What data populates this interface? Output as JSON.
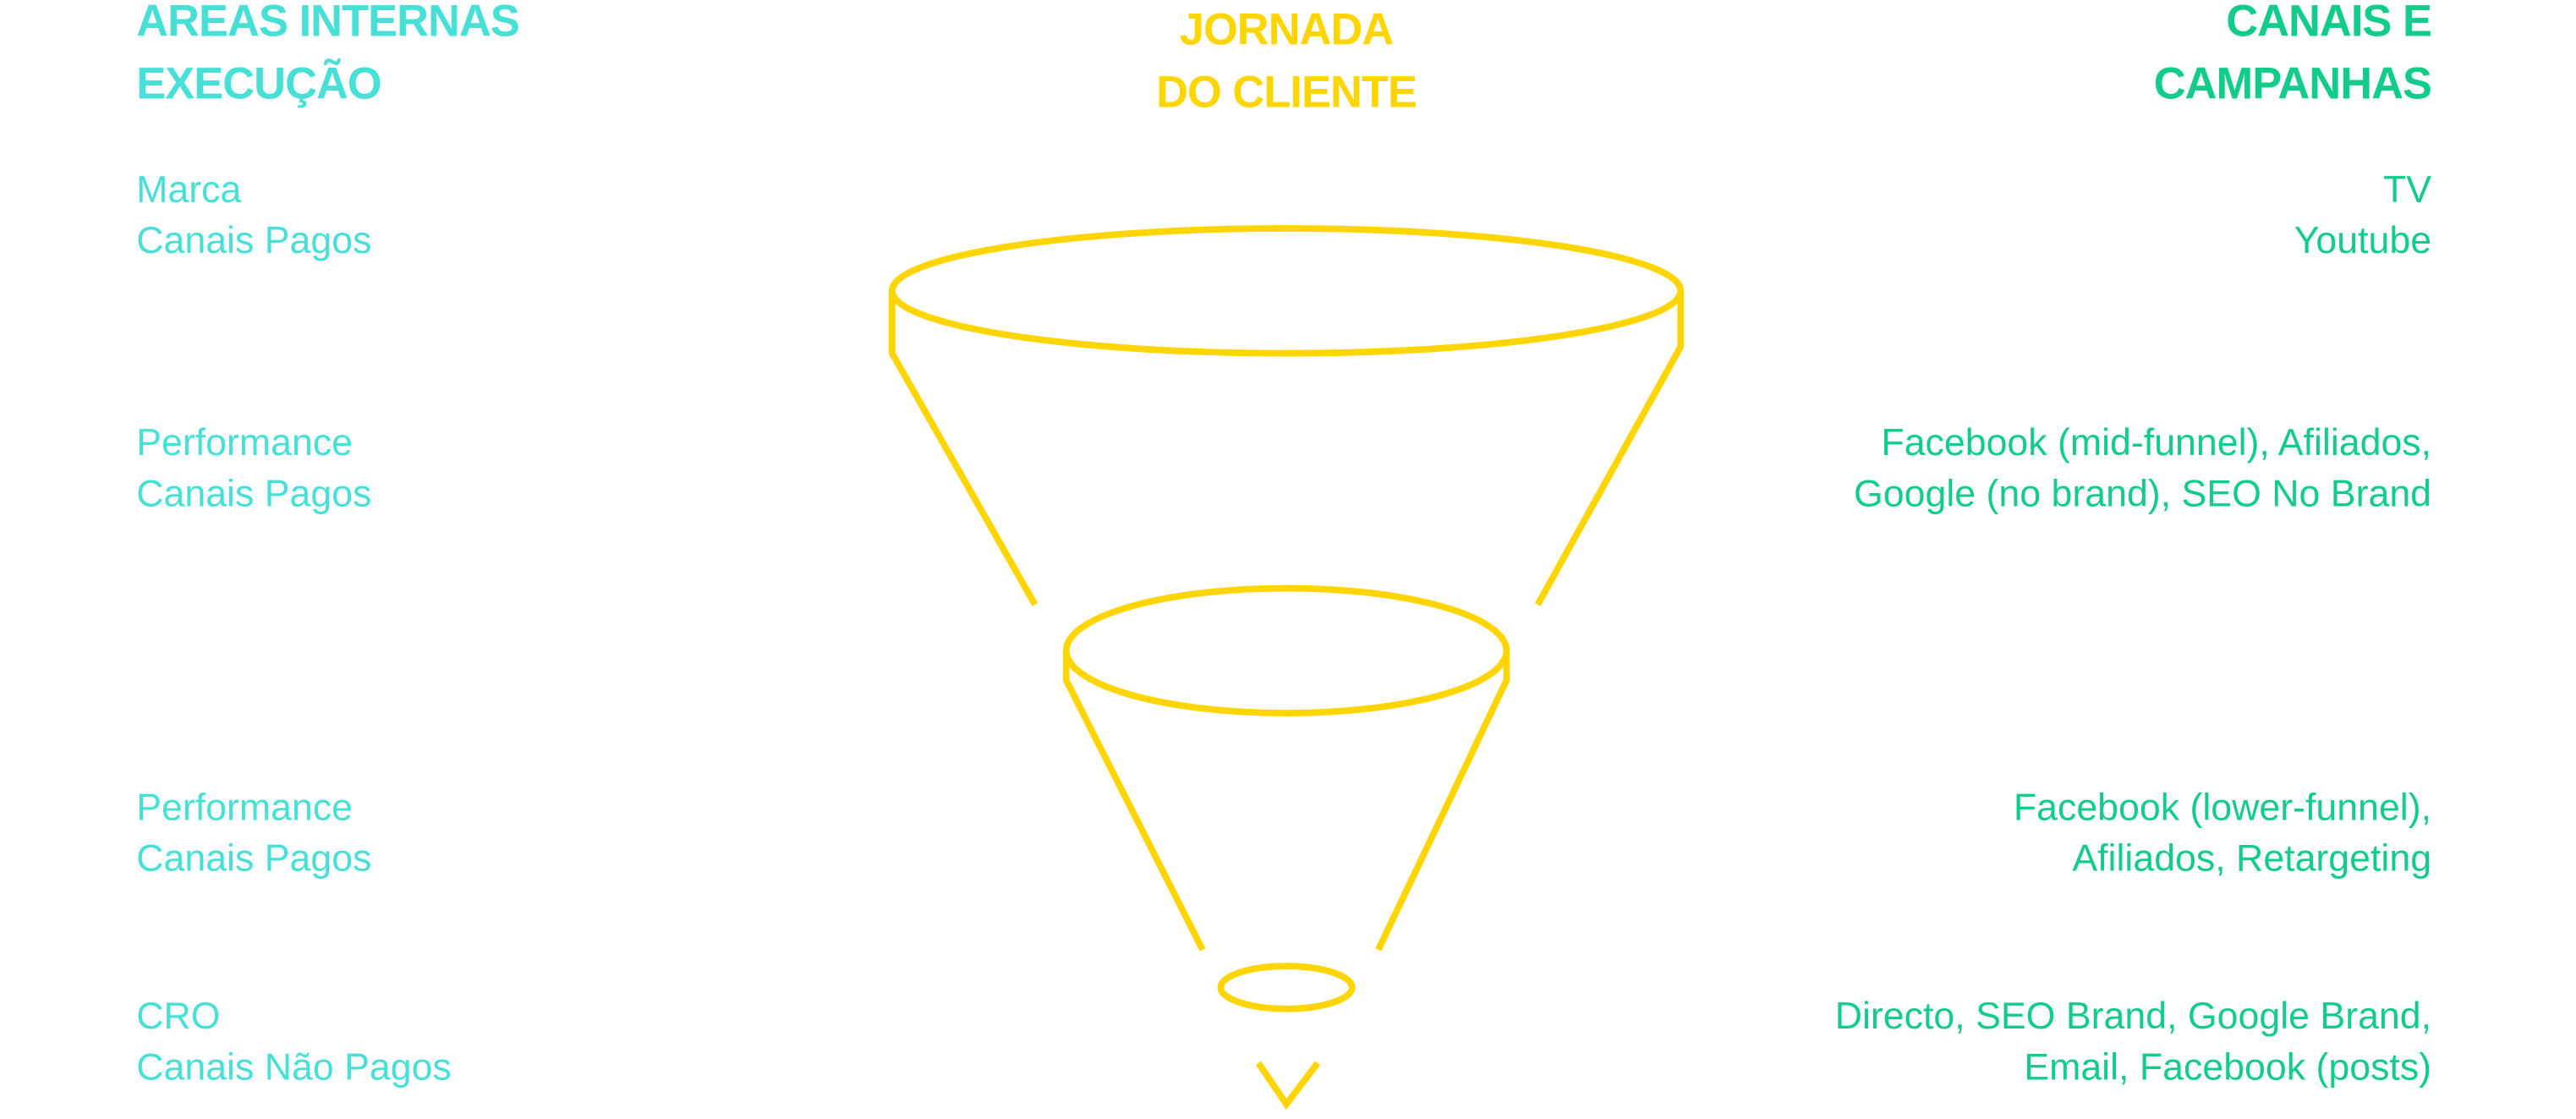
{
  "headers": {
    "left": [
      "AREAS INTERNAS",
      "EXECUÇÃO"
    ],
    "center": [
      "JORNADA",
      "DO CLIENTE"
    ],
    "right": [
      "CANAIS E",
      "CAMPANHAS"
    ]
  },
  "stages": [
    {
      "areas": [
        "Marca",
        "Canais Pagos"
      ],
      "channels": [
        "TV",
        "Youtube"
      ]
    },
    {
      "areas": [
        "Performance",
        "Canais Pagos"
      ],
      "channels": [
        "Facebook (mid-funnel), Afiliados,",
        "Google (no brand), SEO No Brand"
      ]
    },
    {
      "areas": [
        "Performance",
        "Canais Pagos"
      ],
      "channels": [
        "Facebook (lower-funnel),",
        "Afiliados, Retargeting"
      ]
    },
    {
      "areas": [
        "CRO",
        "Canais Não Pagos"
      ],
      "channels": [
        "Directo, SEO Brand, Google Brand,",
        "Email, Facebook (posts)"
      ]
    }
  ],
  "colors": {
    "areas": "#48e0d6",
    "journey": "#ffd500",
    "channels": "#13cc8a"
  }
}
